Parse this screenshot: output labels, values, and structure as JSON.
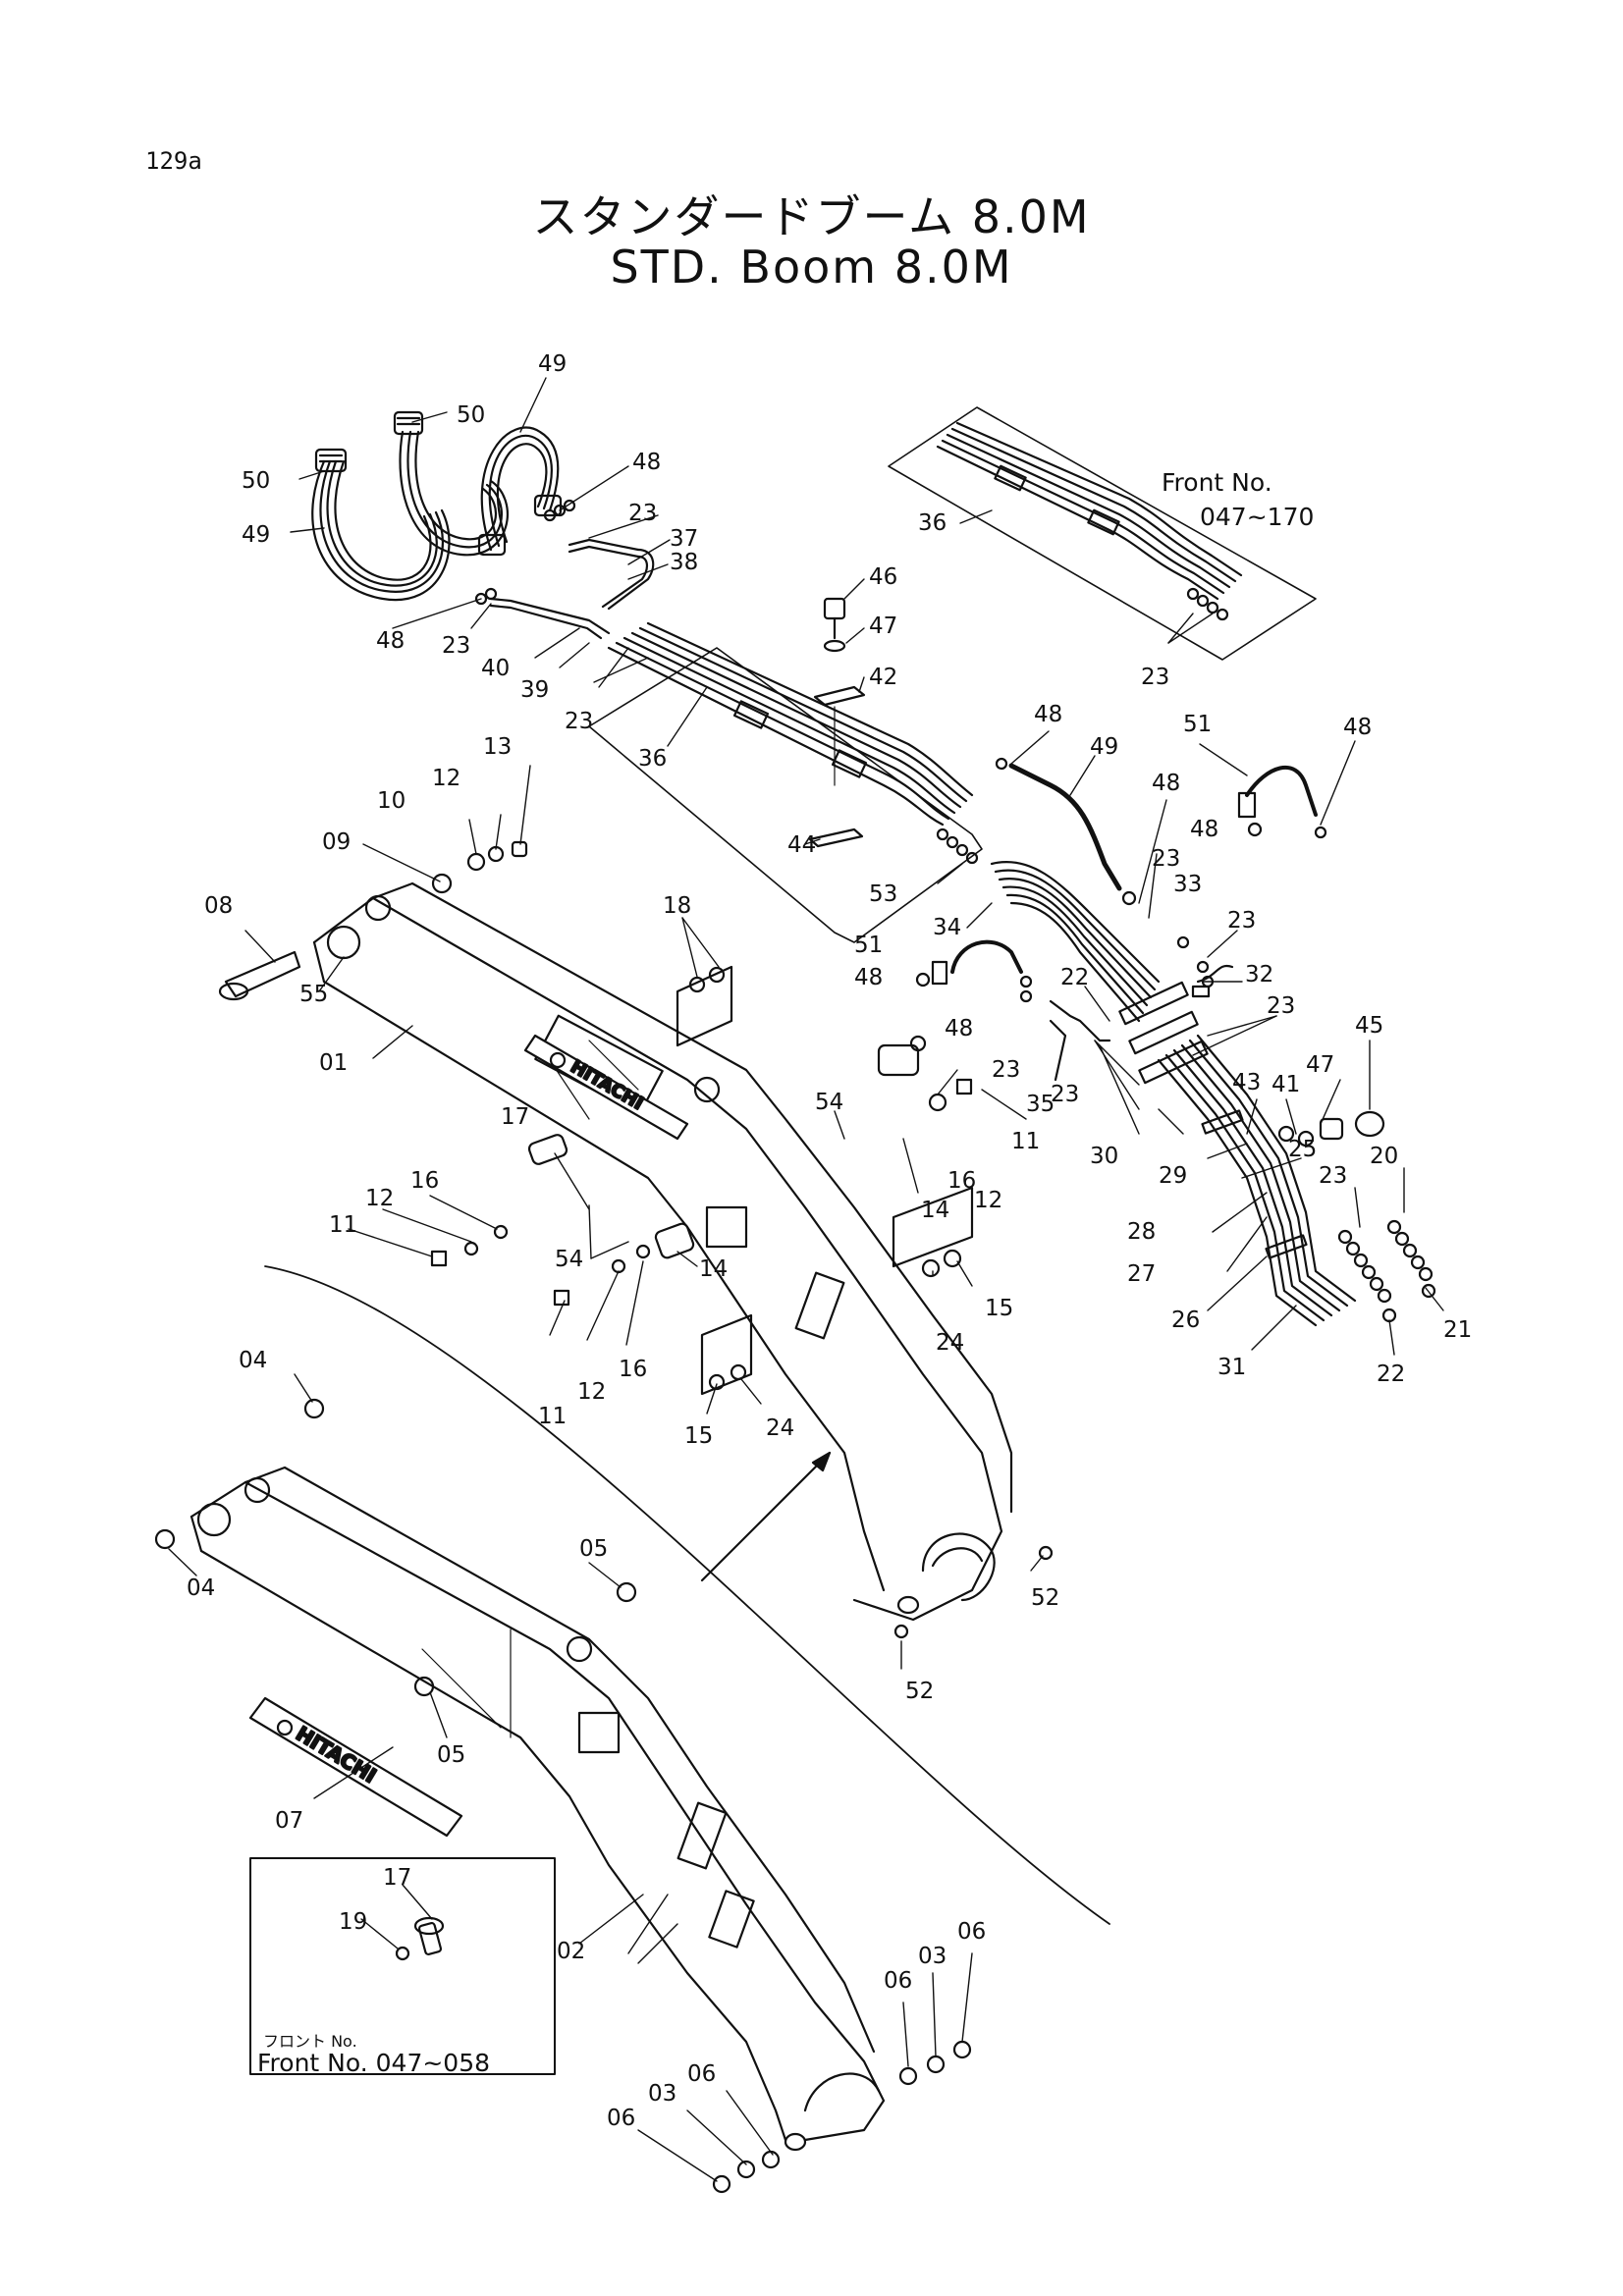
{
  "page": {
    "number": "129a",
    "title_ja": "スタンダードブーム 8.0M",
    "title_en": "STD. Boom 8.0M"
  },
  "front_note_top": {
    "label": "Front No.",
    "range": "047~170"
  },
  "inset": {
    "label_ja": "フロント No.",
    "label_en": "Front No. 047~058"
  },
  "logo_text": "HITACHI",
  "part_callouts": [
    {
      "id": "c-49a",
      "text": "49"
    },
    {
      "id": "c-50a",
      "text": "50"
    },
    {
      "id": "c-50b",
      "text": "50"
    },
    {
      "id": "c-49b",
      "text": "49"
    },
    {
      "id": "c-48a",
      "text": "48"
    },
    {
      "id": "c-48b",
      "text": "48"
    },
    {
      "id": "c-23a",
      "text": "23"
    },
    {
      "id": "c-37",
      "text": "37"
    },
    {
      "id": "c-38",
      "text": "38"
    },
    {
      "id": "c-23b",
      "text": "23"
    },
    {
      "id": "c-40",
      "text": "40"
    },
    {
      "id": "c-39",
      "text": "39"
    },
    {
      "id": "c-23c",
      "text": "23"
    },
    {
      "id": "c-36a",
      "text": "36"
    },
    {
      "id": "c-36b",
      "text": "36"
    },
    {
      "id": "c-23d",
      "text": "23"
    },
    {
      "id": "c-46",
      "text": "46"
    },
    {
      "id": "c-47a",
      "text": "47"
    },
    {
      "id": "c-42",
      "text": "42"
    },
    {
      "id": "c-44",
      "text": "44"
    },
    {
      "id": "c-48c",
      "text": "48"
    },
    {
      "id": "c-49c",
      "text": "49"
    },
    {
      "id": "c-51a",
      "text": "51"
    },
    {
      "id": "c-48d",
      "text": "48"
    },
    {
      "id": "c-48e",
      "text": "48"
    },
    {
      "id": "c-48f",
      "text": "48"
    },
    {
      "id": "c-23e",
      "text": "23"
    },
    {
      "id": "c-33",
      "text": "33"
    },
    {
      "id": "c-53",
      "text": "53"
    },
    {
      "id": "c-34",
      "text": "34"
    },
    {
      "id": "c-23f",
      "text": "23"
    },
    {
      "id": "c-32",
      "text": "32"
    },
    {
      "id": "c-51b",
      "text": "51"
    },
    {
      "id": "c-48g",
      "text": "48"
    },
    {
      "id": "c-22a",
      "text": "22"
    },
    {
      "id": "c-23g",
      "text": "23"
    },
    {
      "id": "c-48h",
      "text": "48"
    },
    {
      "id": "c-23h",
      "text": "23"
    },
    {
      "id": "c-35",
      "text": "35"
    },
    {
      "id": "c-23i",
      "text": "23"
    },
    {
      "id": "c-30",
      "text": "30"
    },
    {
      "id": "c-41",
      "text": "41"
    },
    {
      "id": "c-43",
      "text": "43"
    },
    {
      "id": "c-47b",
      "text": "47"
    },
    {
      "id": "c-45",
      "text": "45"
    },
    {
      "id": "c-29",
      "text": "29"
    },
    {
      "id": "c-25",
      "text": "25"
    },
    {
      "id": "c-20",
      "text": "20"
    },
    {
      "id": "c-28",
      "text": "28"
    },
    {
      "id": "c-23j",
      "text": "23"
    },
    {
      "id": "c-27",
      "text": "27"
    },
    {
      "id": "c-26",
      "text": "26"
    },
    {
      "id": "c-31",
      "text": "31"
    },
    {
      "id": "c-22b",
      "text": "22"
    },
    {
      "id": "c-21",
      "text": "21"
    },
    {
      "id": "c-13",
      "text": "13"
    },
    {
      "id": "c-12a",
      "text": "12"
    },
    {
      "id": "c-10",
      "text": "10"
    },
    {
      "id": "c-09",
      "text": "09"
    },
    {
      "id": "c-08",
      "text": "08"
    },
    {
      "id": "c-55",
      "text": "55"
    },
    {
      "id": "c-01",
      "text": "01"
    },
    {
      "id": "c-18",
      "text": "18"
    },
    {
      "id": "c-54a",
      "text": "54"
    },
    {
      "id": "c-16a",
      "text": "16"
    },
    {
      "id": "c-12b",
      "text": "12"
    },
    {
      "id": "c-11a",
      "text": "11"
    },
    {
      "id": "c-14a",
      "text": "14"
    },
    {
      "id": "c-17a",
      "text": "17"
    },
    {
      "id": "c-16b",
      "text": "16"
    },
    {
      "id": "c-12c",
      "text": "12"
    },
    {
      "id": "c-11b",
      "text": "11"
    },
    {
      "id": "c-54b",
      "text": "54"
    },
    {
      "id": "c-14b",
      "text": "14"
    },
    {
      "id": "c-24a",
      "text": "24"
    },
    {
      "id": "c-15a",
      "text": "15"
    },
    {
      "id": "c-11c",
      "text": "11"
    },
    {
      "id": "c-12d",
      "text": "12"
    },
    {
      "id": "c-16c",
      "text": "16"
    },
    {
      "id": "c-15b",
      "text": "15"
    },
    {
      "id": "c-24b",
      "text": "24"
    },
    {
      "id": "c-52a",
      "text": "52"
    },
    {
      "id": "c-52b",
      "text": "52"
    },
    {
      "id": "c-04a",
      "text": "04"
    },
    {
      "id": "c-04b",
      "text": "04"
    },
    {
      "id": "c-05a",
      "text": "05"
    },
    {
      "id": "c-05b",
      "text": "05"
    },
    {
      "id": "c-07",
      "text": "07"
    },
    {
      "id": "c-17b",
      "text": "17"
    },
    {
      "id": "c-19",
      "text": "19"
    },
    {
      "id": "c-02",
      "text": "02"
    },
    {
      "id": "c-06a",
      "text": "06"
    },
    {
      "id": "c-03a",
      "text": "03"
    },
    {
      "id": "c-06b",
      "text": "06"
    },
    {
      "id": "c-06c",
      "text": "06"
    },
    {
      "id": "c-03b",
      "text": "03"
    },
    {
      "id": "c-06d",
      "text": "06"
    }
  ]
}
